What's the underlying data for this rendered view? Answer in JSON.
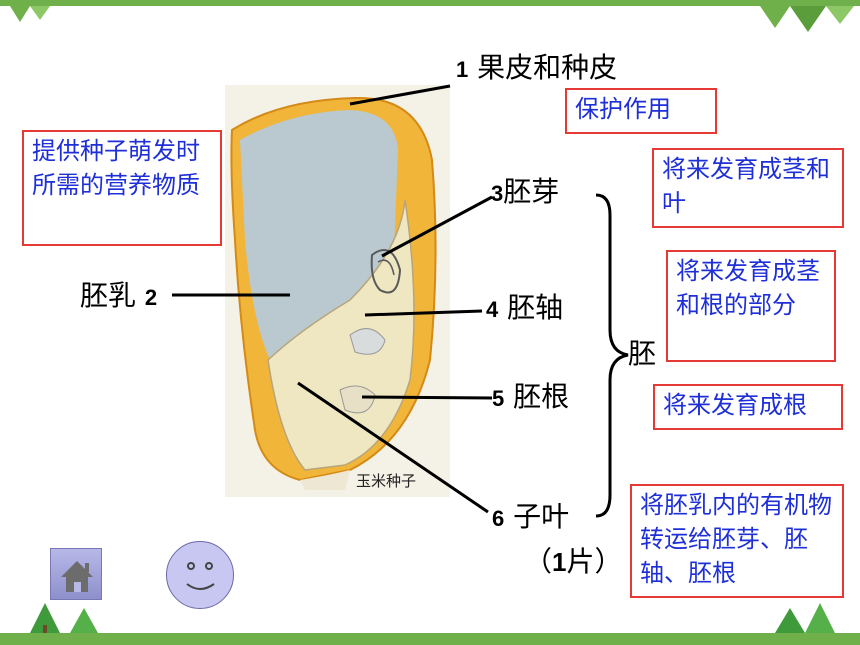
{
  "labels": {
    "pericarp": {
      "num": "1",
      "text": "果皮和种皮"
    },
    "endosperm": {
      "num": "2",
      "text": "胚乳"
    },
    "plumule": {
      "num": "3",
      "text": "胚芽"
    },
    "hypocotyl": {
      "num": "4",
      "text": "胚轴"
    },
    "radicle": {
      "num": "5",
      "text": "胚根"
    },
    "cotyledon": {
      "num": "6",
      "text": "子叶"
    },
    "cotyledon_count_open": "（",
    "cotyledon_count_num": "1",
    "cotyledon_count_rest": "片）",
    "embryo": "胚"
  },
  "seed_caption": "玉米种子",
  "boxes": {
    "protect": "保护作用",
    "nutrition": "提供种子萌发时所需的营养物质",
    "plumule_fn": "将来发育成茎和叶",
    "hypocotyl_fn": "将来发育成茎和根的部分",
    "radicle_fn": "将来发育成根",
    "cotyledon_fn": "将胚乳内的有机物转运给胚芽、胚轴、胚根"
  },
  "icons": {
    "home": "home-icon",
    "smiley": "smiley-face-icon"
  },
  "colors": {
    "box_border": "#e53935",
    "box_text": "#1e2fd8",
    "bar": "#6fb04a"
  }
}
